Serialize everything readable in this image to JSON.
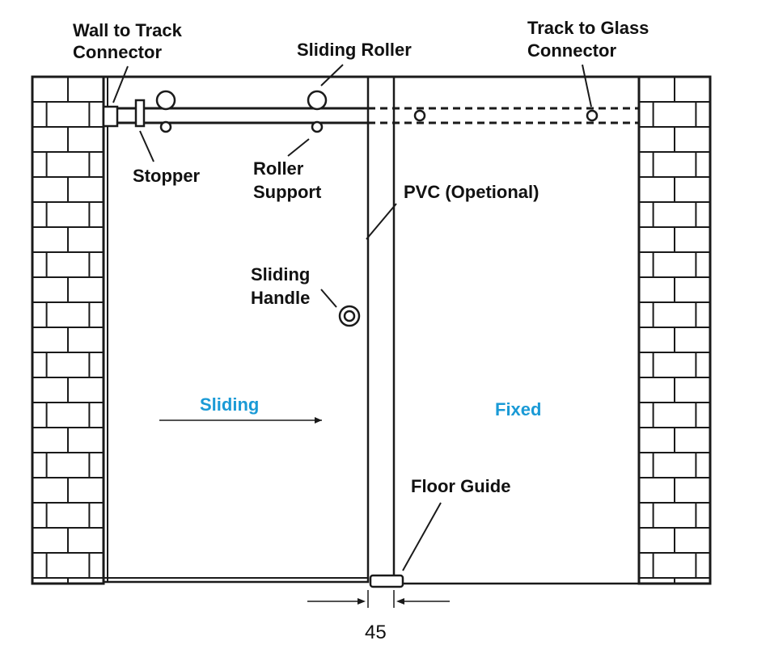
{
  "labels": {
    "wall_to_track": [
      "Wall to Track",
      "Connector"
    ],
    "sliding_roller": "Sliding Roller",
    "track_to_glass": [
      "Track to Glass",
      "Connector"
    ],
    "stopper": "Stopper",
    "roller_support": [
      "Roller",
      "Support"
    ],
    "pvc": "PVC (Opetional)",
    "sliding_handle": [
      "Sliding",
      "Handle"
    ],
    "sliding_panel": "Sliding",
    "fixed_panel": "Fixed",
    "floor_guide": "Floor Guide",
    "gap_dimension": "45"
  },
  "colors": {
    "panel_label": "#1a9ad6",
    "line": "#1a1a1a",
    "background": "#ffffff"
  }
}
